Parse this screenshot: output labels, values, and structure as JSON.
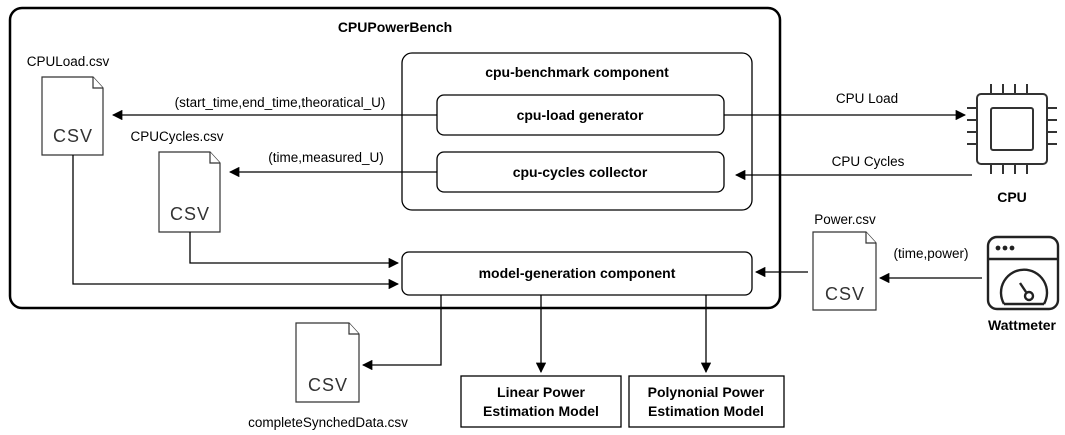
{
  "main_system": {
    "title": "CPUPowerBench"
  },
  "benchmark_component": {
    "title": "cpu-benchmark component",
    "load_generator": "cpu-load generator",
    "cycles_collector": "cpu-cycles collector"
  },
  "model_generation": {
    "title": "model-generation component"
  },
  "files": {
    "cpu_load": {
      "name": "CPULoad.csv",
      "icon_text": "CSV"
    },
    "cpu_cycles": {
      "name": "CPUCycles.csv",
      "icon_text": "CSV"
    },
    "power": {
      "name": "Power.csv",
      "icon_text": "CSV"
    },
    "synched": {
      "name": "completeSynchedData.csv",
      "icon_text": "CSV"
    }
  },
  "edges": {
    "load_to_file": "(start_time,end_time,theoratical_U)",
    "cycles_to_file": "(time,measured_U)",
    "cpu_load": "CPU Load",
    "cpu_cycles": "CPU Cycles",
    "wattmeter_to_power": "(time,power)"
  },
  "devices": {
    "cpu": {
      "label": "CPU",
      "icon": "cpu-chip-icon"
    },
    "wattmeter": {
      "label": "Wattmeter",
      "icon": "wattmeter-icon"
    }
  },
  "outputs": {
    "linear": {
      "line1": "Linear Power",
      "line2": "Estimation Model"
    },
    "polynomial": {
      "line1": "Polynonial Power",
      "line2": "Estimation Model"
    }
  }
}
